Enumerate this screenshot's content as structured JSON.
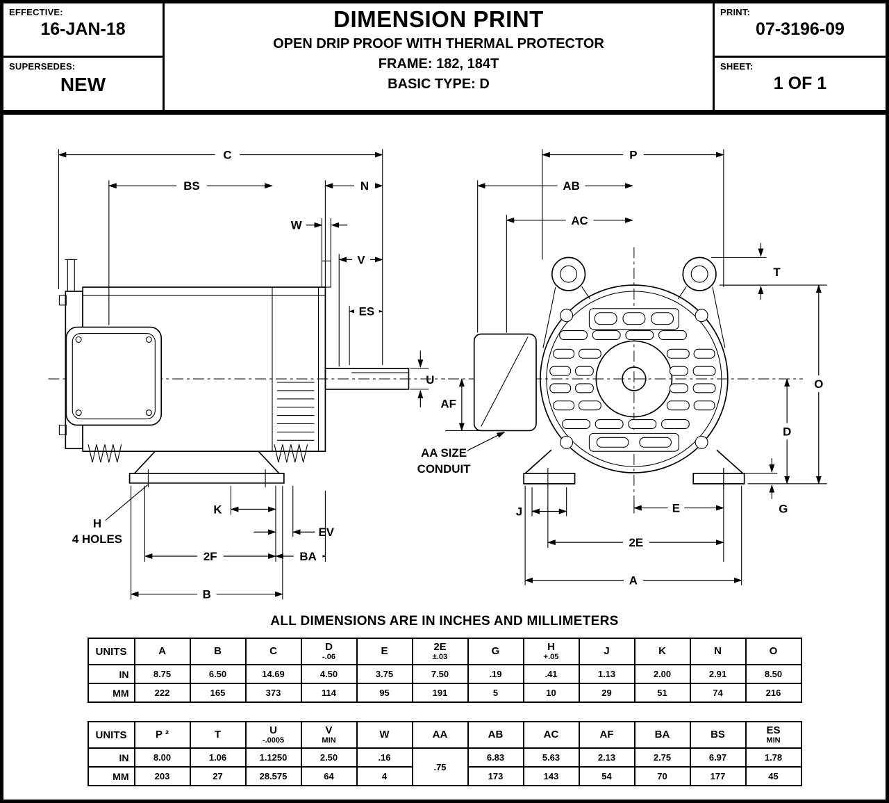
{
  "header": {
    "effective_label": "EFFECTIVE:",
    "effective_value": "16-JAN-18",
    "supersedes_label": "SUPERSEDES:",
    "supersedes_value": "NEW",
    "title": "DIMENSION PRINT",
    "subtitle": "OPEN DRIP PROOF WITH THERMAL PROTECTOR",
    "frame_line": "FRAME: 182, 184T",
    "type_line": "BASIC TYPE: D",
    "print_label": "PRINT:",
    "print_value": "07-3196-09",
    "sheet_label": "SHEET:",
    "sheet_value": "1  OF  1"
  },
  "drawing": {
    "side_labels": {
      "C": "C",
      "BS": "BS",
      "N": "N",
      "W": "W",
      "V": "V",
      "ES": "ES",
      "U": "U",
      "H": "H",
      "HOLES": "4 HOLES",
      "K": "K",
      "EV": "EV",
      "2F": "2F",
      "BA": "BA",
      "B": "B"
    },
    "end_labels": {
      "P": "P",
      "AB": "AB",
      "AC": "AC",
      "T": "T",
      "O": "O",
      "AF": "AF",
      "D": "D",
      "G": "G",
      "J": "J",
      "E": "E",
      "2E": "2E",
      "A": "A"
    },
    "conduit_note_line1": "AA SIZE",
    "conduit_note_line2": "CONDUIT"
  },
  "dimensions_note": "ALL DIMENSIONS ARE IN INCHES AND MILLIMETERS",
  "tables": [
    {
      "unit_header": "UNITS",
      "columns": [
        {
          "main": "A",
          "sub": ""
        },
        {
          "main": "B",
          "sub": ""
        },
        {
          "main": "C",
          "sub": ""
        },
        {
          "main": "D",
          "sub": "-.06"
        },
        {
          "main": "E",
          "sub": ""
        },
        {
          "main": "2E",
          "sub": "±.03"
        },
        {
          "main": "G",
          "sub": ""
        },
        {
          "main": "H",
          "sub": "+.05"
        },
        {
          "main": "J",
          "sub": ""
        },
        {
          "main": "K",
          "sub": ""
        },
        {
          "main": "N",
          "sub": ""
        },
        {
          "main": "O",
          "sub": ""
        }
      ],
      "rows": [
        {
          "unit": "IN",
          "values": [
            "8.75",
            "6.50",
            "14.69",
            "4.50",
            "3.75",
            "7.50",
            ".19",
            ".41",
            "1.13",
            "2.00",
            "2.91",
            "8.50"
          ]
        },
        {
          "unit": "MM",
          "values": [
            "222",
            "165",
            "373",
            "114",
            "95",
            "191",
            "5",
            "10",
            "29",
            "51",
            "74",
            "216"
          ]
        }
      ]
    },
    {
      "unit_header": "UNITS",
      "columns": [
        {
          "main": "P ²",
          "sub": ""
        },
        {
          "main": "T",
          "sub": ""
        },
        {
          "main": "U",
          "sub": "-.0005"
        },
        {
          "main": "V",
          "sub": "MIN"
        },
        {
          "main": "W",
          "sub": ""
        },
        {
          "main": "AA",
          "sub": ""
        },
        {
          "main": "AB",
          "sub": ""
        },
        {
          "main": "AC",
          "sub": ""
        },
        {
          "main": "AF",
          "sub": ""
        },
        {
          "main": "BA",
          "sub": ""
        },
        {
          "main": "BS",
          "sub": ""
        },
        {
          "main": "ES",
          "sub": "MIN"
        }
      ],
      "aa_merged_value": ".75",
      "rows": [
        {
          "unit": "IN",
          "values_before_aa": [
            "8.00",
            "1.06",
            "1.1250",
            "2.50",
            ".16"
          ],
          "values_after_aa": [
            "6.83",
            "5.63",
            "2.13",
            "2.75",
            "6.97",
            "1.78"
          ]
        },
        {
          "unit": "MM",
          "values_before_aa": [
            "203",
            "27",
            "28.575",
            "64",
            "4"
          ],
          "values_after_aa": [
            "173",
            "143",
            "54",
            "70",
            "177",
            "45"
          ]
        }
      ]
    }
  ]
}
